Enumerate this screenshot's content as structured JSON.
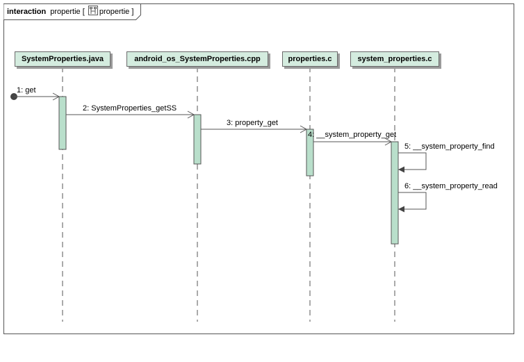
{
  "frame": {
    "keyword": "interaction",
    "name": "propertie",
    "ref_name": "propertie",
    "open_bracket": "[",
    "close_bracket": "]"
  },
  "lifelines": [
    {
      "name": "SystemProperties.java"
    },
    {
      "name": "android_os_SystemProperties.cpp"
    },
    {
      "name": "properties.c"
    },
    {
      "name": "system_properties.c"
    }
  ],
  "messages": [
    {
      "label": "1: get",
      "from": "found",
      "to": "SystemProperties.java"
    },
    {
      "label": "2: SystemProperties_getSS",
      "from": "SystemProperties.java",
      "to": "android_os_SystemProperties.cpp"
    },
    {
      "label": "3: property_get",
      "from": "android_os_SystemProperties.cpp",
      "to": "properties.c"
    },
    {
      "label": "4: __system_property_get",
      "from": "properties.c",
      "to": "system_properties.c"
    },
    {
      "label": "5: __system_property_find",
      "from": "system_properties.c",
      "to": "system_properties.c"
    },
    {
      "label": "6: __system_property_read",
      "from": "system_properties.c",
      "to": "system_properties.c"
    }
  ],
  "colors": {
    "lifeline_fill": "#d4ecdf",
    "activation_fill": "#b9dfcb",
    "line": "#555555"
  }
}
